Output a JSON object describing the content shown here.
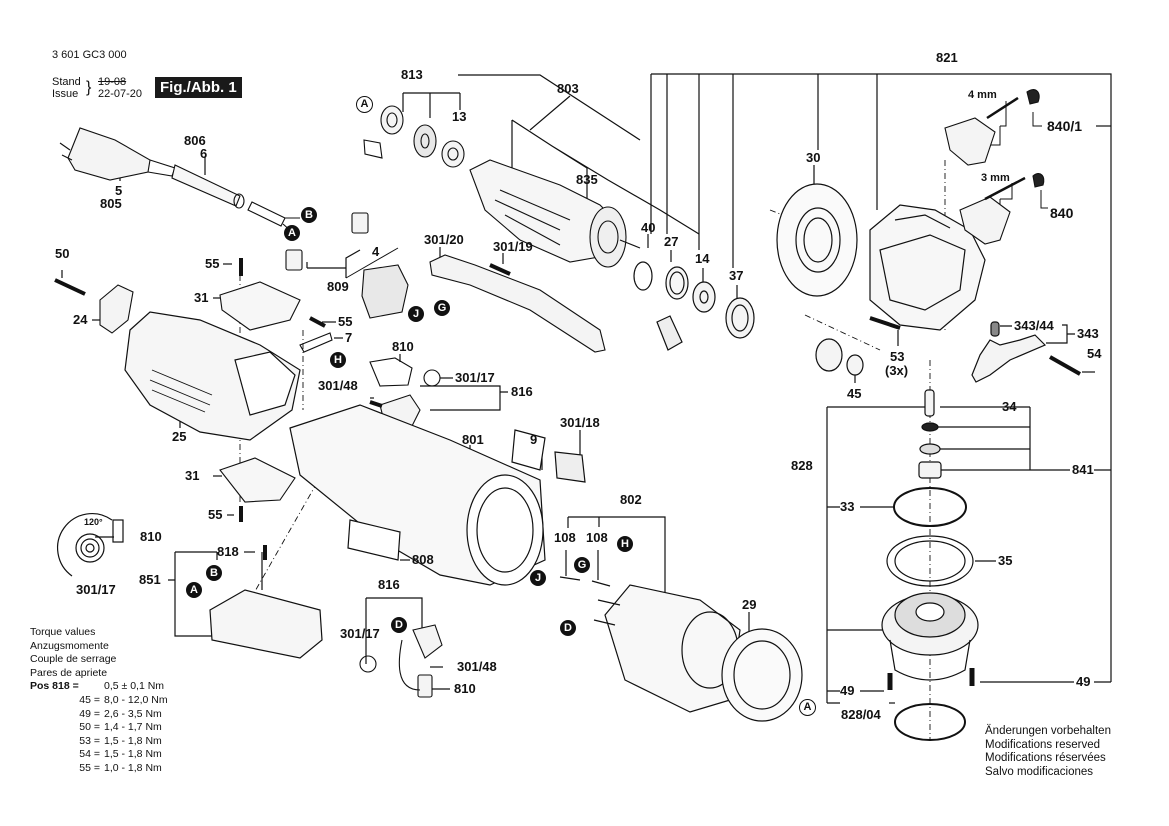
{
  "header": {
    "part_number": "3 601 GC3 000",
    "stand_label": "Stand",
    "issue_label": "Issue",
    "stand_date_struck": "19-08",
    "issue_date": "22-07-20",
    "figure_label": "Fig./Abb. 1"
  },
  "callouts": {
    "c5": "5",
    "c805": "805",
    "c806": "806",
    "c6": "6",
    "c813": "813",
    "c13": "13",
    "c803": "803",
    "c835": "835",
    "c821": "821",
    "c840_1": "840/1",
    "c840": "840",
    "mm4": "4 mm",
    "mm3": "3 mm",
    "c30": "30",
    "c40": "40",
    "c27": "27",
    "c14": "14",
    "c37": "37",
    "c50": "50",
    "c24": "24",
    "c55a": "55",
    "c31a": "31",
    "c55b": "55",
    "c7": "7",
    "c4": "4",
    "c809": "809",
    "c301_20": "301/20",
    "c301_19": "301/19",
    "c810a": "810",
    "c301_48a": "301/48",
    "c301_17a": "301/17",
    "c816a": "816",
    "c9": "9",
    "c301_18": "301/18",
    "c801": "801",
    "c25": "25",
    "c31b": "31",
    "c55c": "55",
    "c343_44": "343/44",
    "c343": "343",
    "c54": "54",
    "c53": "53",
    "c53x": "(3x)",
    "c45": "45",
    "c34": "34",
    "c828": "828",
    "c841": "841",
    "c33": "33",
    "c35": "35",
    "c49a": "49",
    "c49b": "49",
    "c828_04": "828/04",
    "c802": "802",
    "c108a": "108",
    "c108b": "108",
    "c29": "29",
    "c808": "808",
    "c120": "120°",
    "c810b": "810",
    "c301_17b": "301/17",
    "c818": "818",
    "c851": "851",
    "c816b": "816",
    "c301_17c": "301/17",
    "c301_48b": "301/48",
    "c810c": "810"
  },
  "markers": {
    "A": "A",
    "B": "B",
    "G": "G",
    "H": "H",
    "J": "J",
    "D": "D"
  },
  "torque": {
    "title_en": "Torque values",
    "title_de": "Anzugsmomente",
    "title_fr": "Couple de serrage",
    "title_es": "Pares de apriete",
    "rows": [
      {
        "pos": "Pos 818 =",
        "value": "0,5 ± 0,1 Nm"
      },
      {
        "pos": "45 =",
        "value": "8,0 - 12,0 Nm"
      },
      {
        "pos": "49 =",
        "value": "2,6 - 3,5 Nm"
      },
      {
        "pos": "50 =",
        "value": "1,4 - 1,7 Nm"
      },
      {
        "pos": "53 =",
        "value": "1,5 - 1,8 Nm"
      },
      {
        "pos": "54 =",
        "value": "1,5 - 1,8 Nm"
      },
      {
        "pos": "55 =",
        "value": "1,0 - 1,8 Nm"
      }
    ]
  },
  "notes": {
    "de": "Änderungen vorbehalten",
    "en": "Modifications reserved",
    "fr": "Modifications réservées",
    "es": "Salvo modificaciones"
  }
}
